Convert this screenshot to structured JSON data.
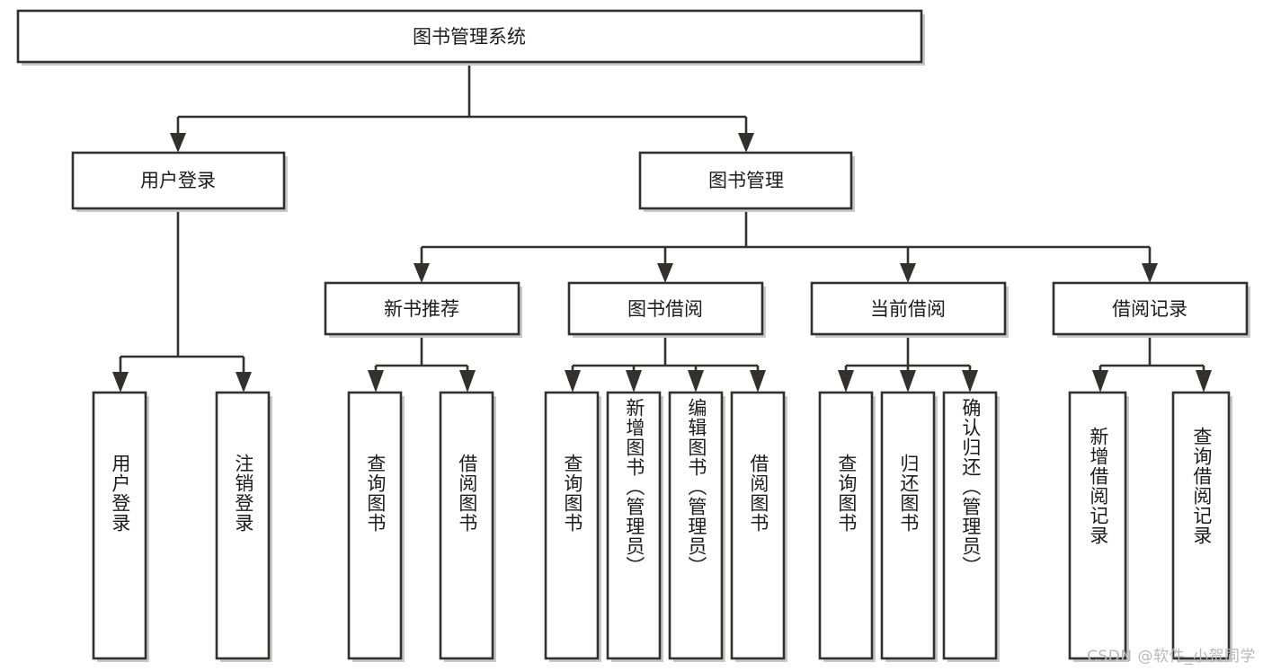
{
  "diagram": {
    "type": "tree-hierarchy",
    "title": "图书管理系统",
    "root": {
      "id": "root",
      "label": "图书管理系统",
      "orientation": "horizontal"
    },
    "level2": [
      {
        "id": "user-login",
        "label": "用户登录",
        "orientation": "horizontal"
      },
      {
        "id": "book-management",
        "label": "图书管理",
        "orientation": "horizontal"
      }
    ],
    "level3": [
      {
        "id": "new-book-recommend",
        "label": "新书推荐",
        "orientation": "horizontal",
        "parent": "book-management"
      },
      {
        "id": "book-borrow",
        "label": "图书借阅",
        "orientation": "horizontal",
        "parent": "book-management"
      },
      {
        "id": "current-borrow",
        "label": "当前借阅",
        "orientation": "horizontal",
        "parent": "book-management"
      },
      {
        "id": "borrow-record",
        "label": "借阅记录",
        "orientation": "horizontal",
        "parent": "book-management"
      }
    ],
    "leaves": [
      {
        "id": "leaf-user-login",
        "label": "用户登录",
        "orientation": "vertical",
        "parent": "user-login"
      },
      {
        "id": "leaf-logout-login",
        "label": "注销登录",
        "orientation": "vertical",
        "parent": "user-login"
      },
      {
        "id": "leaf-query-book-1",
        "label": "查询图书",
        "orientation": "vertical",
        "parent": "new-book-recommend"
      },
      {
        "id": "leaf-borrow-book-1",
        "label": "借阅图书",
        "orientation": "vertical",
        "parent": "new-book-recommend"
      },
      {
        "id": "leaf-query-book-2",
        "label": "查询图书",
        "orientation": "vertical",
        "parent": "book-borrow"
      },
      {
        "id": "leaf-add-book",
        "label": "新增图书（管理员）",
        "orientation": "vertical",
        "parent": "book-borrow"
      },
      {
        "id": "leaf-edit-book",
        "label": "编辑图书（管理员）",
        "orientation": "vertical",
        "parent": "book-borrow"
      },
      {
        "id": "leaf-borrow-book-2",
        "label": "借阅图书",
        "orientation": "vertical",
        "parent": "book-borrow"
      },
      {
        "id": "leaf-query-book-3",
        "label": "查询图书",
        "orientation": "vertical",
        "parent": "current-borrow"
      },
      {
        "id": "leaf-return-book",
        "label": "归还图书",
        "orientation": "vertical",
        "parent": "current-borrow"
      },
      {
        "id": "leaf-confirm-return",
        "label": "确认归还（管理员）",
        "orientation": "vertical",
        "parent": "current-borrow"
      },
      {
        "id": "leaf-add-record",
        "label": "新增借阅记录",
        "orientation": "vertical",
        "parent": "borrow-record"
      },
      {
        "id": "leaf-query-record",
        "label": "查询借阅记录",
        "orientation": "vertical",
        "parent": "borrow-record"
      }
    ],
    "colors": {
      "stroke": "#32312f",
      "fill": "#ffffff",
      "text": "#1c1c1c",
      "shadow": "#c9c9c9",
      "watermark": "#b9b9b9"
    }
  },
  "watermark": {
    "text": "CSDN @软件_小贺同学"
  }
}
